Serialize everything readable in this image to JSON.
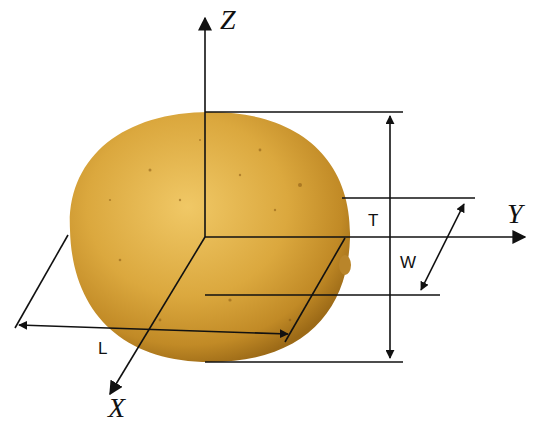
{
  "diagram": {
    "labels": [
      "Z",
      "T",
      "Y",
      "W",
      "L",
      "X"
    ]
  }
}
